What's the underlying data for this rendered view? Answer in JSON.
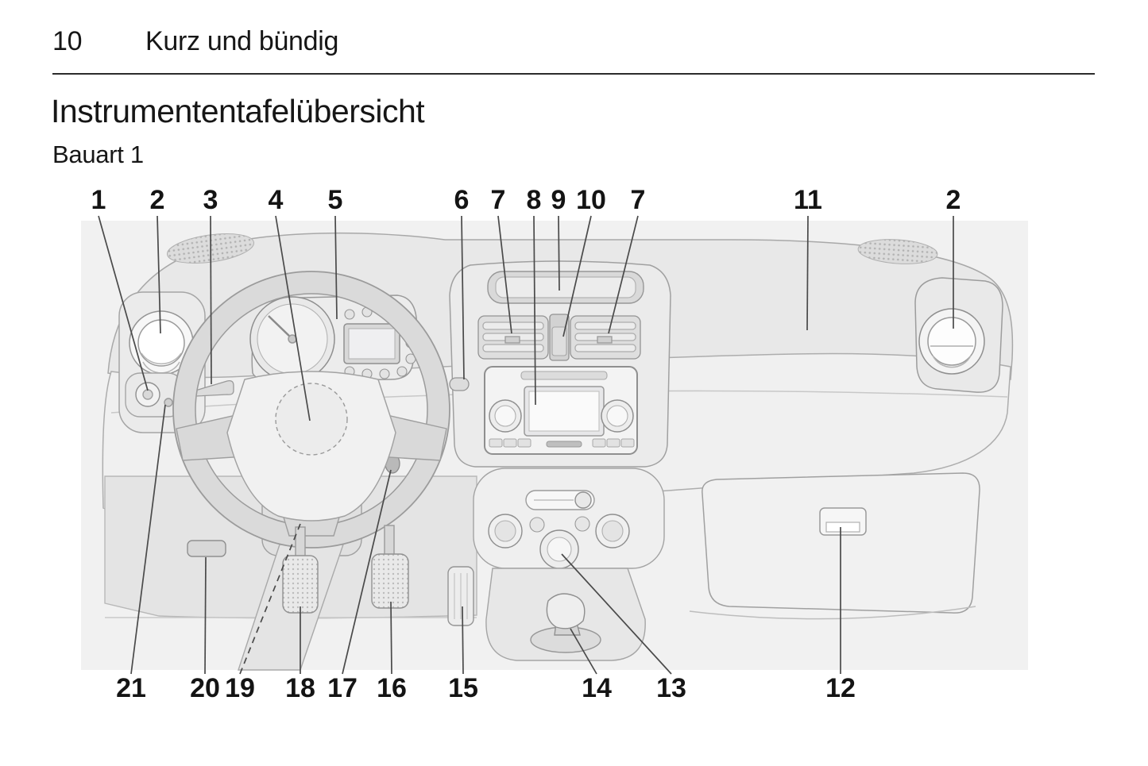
{
  "page": {
    "number": "10",
    "running_header": "Kurz und bündig",
    "section_title": "Instrumententafelübersicht",
    "variant_label": "Bauart 1"
  },
  "figure": {
    "callouts_top": [
      "1",
      "2",
      "3",
      "4",
      "5",
      "6",
      "7",
      "8",
      "9",
      "10",
      "7",
      "11",
      "2"
    ],
    "callouts_bottom": [
      "21",
      "20",
      "19",
      "18",
      "17",
      "16",
      "15",
      "14",
      "13",
      "12"
    ]
  },
  "colors": {
    "page_background": "#ffffff",
    "text": "#161616",
    "figure_background": "#f1f1f1",
    "line_art": "#a0a0a0",
    "leader_line": "#4a4a4a"
  }
}
